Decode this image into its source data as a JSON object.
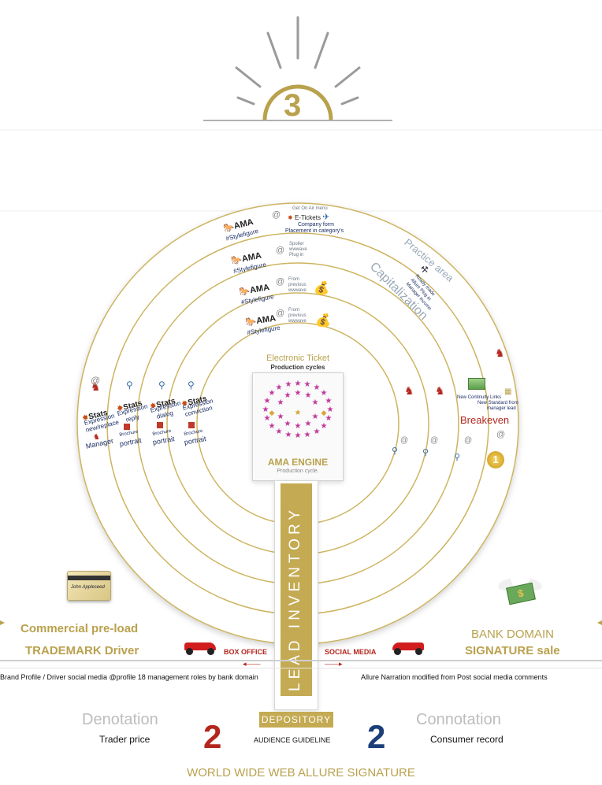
{
  "header": {
    "number": "3"
  },
  "rings": [
    {
      "name": "AMA",
      "tag": "#Stylefigure",
      "note": [
        "Get On Air menu"
      ],
      "title": "E-Tickets",
      "sub": [
        "Company form",
        "Placement in category's"
      ]
    },
    {
      "name": "AMA",
      "tag": "#Stylefigure",
      "note": [
        "Spoiler",
        "wwwave",
        "Plug in"
      ]
    },
    {
      "name": "AMA",
      "tag": "#Stylefigure",
      "note": [
        "From",
        "previous",
        "wwwave"
      ]
    },
    {
      "name": "AMA",
      "tag": "#Stylefigure",
      "note": [
        "From",
        "previous",
        "wwwave"
      ]
    }
  ],
  "labels": {
    "practice_area": "Practice area",
    "capitalization": "Capitalization",
    "ready_made": [
      "Ready made",
      "Allure Plug in",
      "Manager Income"
    ],
    "new_continuity": "New Continuity Links",
    "new_standard": [
      "New Standard from",
      "manager lead"
    ],
    "breakeven": "Breakeven"
  },
  "left_columns": [
    {
      "stats": "Stats",
      "expr": [
        "Expression",
        "new/replace"
      ],
      "bottom": "Manager"
    },
    {
      "stats": "Stats",
      "expr": [
        "Expression",
        "reply"
      ],
      "brochure": "Brochure",
      "bottom": "portrait"
    },
    {
      "stats": "Stats",
      "expr": [
        "Expression",
        "dialog"
      ],
      "brochure": "Brochure",
      "bottom": "portrait"
    },
    {
      "stats": "Stats",
      "expr": [
        "Expression",
        "conviction"
      ],
      "brochure": "Brochure",
      "bottom": "portrait"
    }
  ],
  "engine": {
    "top_title": "Electronic Ticket",
    "top_sub": "Production cycles",
    "title": "AMA ENGINE",
    "sub": "Production cycle."
  },
  "lead_inventory": "LEAD INVENTORY",
  "card": {
    "name": "John Appleseed"
  },
  "left_block": {
    "line1": "Commercial pre-load",
    "line2": "TRADEMARK Driver",
    "box_office": "BOX OFFICE",
    "desc": "Brand Profile / Driver social media @profile 18 management roles by bank domain"
  },
  "right_block": {
    "line1": "BANK DOMAIN",
    "line2": "SIGNATURE sale",
    "social_media": "SOCIAL MEDIA",
    "desc": "Allure Narration modified from Post social media comments"
  },
  "bottom": {
    "denotation": "Denotation",
    "trader_price": "Trader price",
    "left_num": "2",
    "depository": "DEPOSITORY",
    "audience": "AUDIENCE GUIDELINE",
    "right_num": "2",
    "connotation": "Connotation",
    "consumer_record": "Consumer record",
    "footer": "WORLD WIDE WEB ALLURE SIGNATURE"
  },
  "colors": {
    "gold": "#b9a14e",
    "navy": "#1c3f7a",
    "red": "#b3261e",
    "grey": "#c8c8c8"
  }
}
